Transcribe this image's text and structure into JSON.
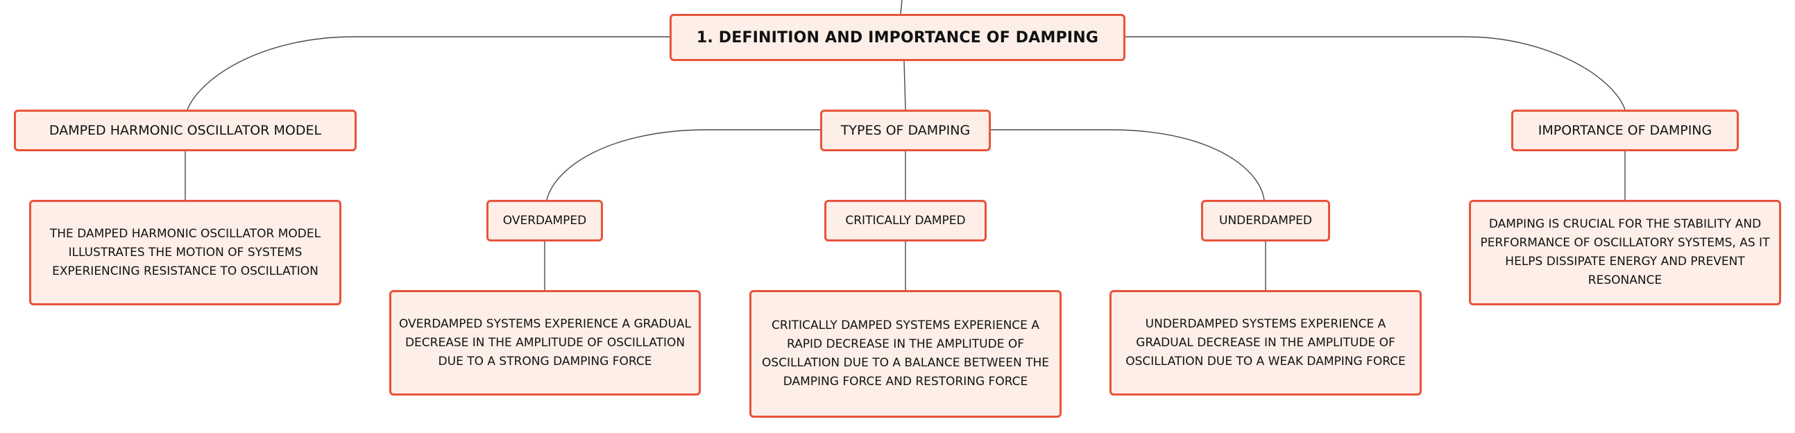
{
  "root": {
    "label": "1. Definition and Importance of Damping"
  },
  "model": {
    "label": "Damped Harmonic Oscillator Model",
    "description": "The damped harmonic oscillator model illustrates the motion of systems experiencing resistance to oscillation"
  },
  "types": {
    "label": "Types of Damping",
    "overdamped": {
      "label": "Overdamped",
      "description": "Overdamped systems experience a gradual decrease in the amplitude of oscillation due to a strong damping force"
    },
    "critically_damped": {
      "label": "Critically Damped",
      "description": "Critically damped systems experience a rapid decrease in the amplitude of oscillation due to a balance between the damping force and restoring force"
    },
    "underdamped": {
      "label": "Underdamped",
      "description": "Underdamped systems experience a gradual decrease in the amplitude of oscillation due to a weak damping force"
    }
  },
  "importance": {
    "label": "Importance of Damping",
    "description": "Damping is crucial for the stability and performance of oscillatory systems, as it helps dissipate energy and prevent resonance"
  },
  "colors": {
    "node_border": "#e8533a",
    "node_fill": "#fdeee8",
    "edge": "#4a4a4a"
  }
}
